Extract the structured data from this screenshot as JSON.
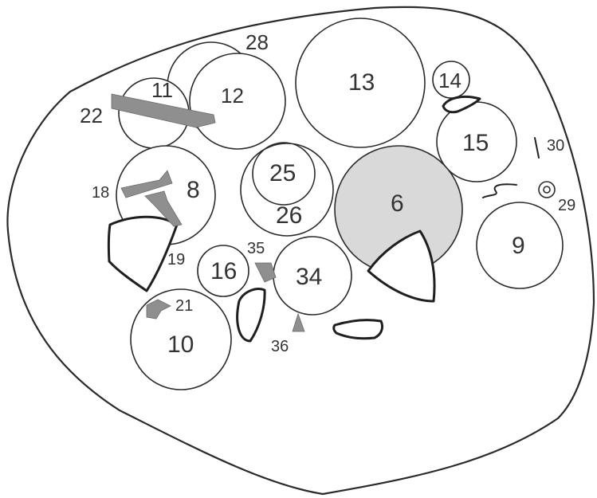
{
  "labels": {
    "n6": "6",
    "n8": "8",
    "n9": "9",
    "n10": "10",
    "n11": "11",
    "n12": "12",
    "n13": "13",
    "n14": "14",
    "n15": "15",
    "n16": "16",
    "n18": "18",
    "n19": "19",
    "n21": "21",
    "n22": "22",
    "n25": "25",
    "n26": "26",
    "n28": "28",
    "n29": "29",
    "n30": "30",
    "n34": "34",
    "n35": "35",
    "n36": "36"
  },
  "colors": {
    "stroke": "#2a2a2a",
    "shaded_fill": "#d9d9d9",
    "hatch_fill": "#8f8f8f",
    "label": "#333333"
  }
}
